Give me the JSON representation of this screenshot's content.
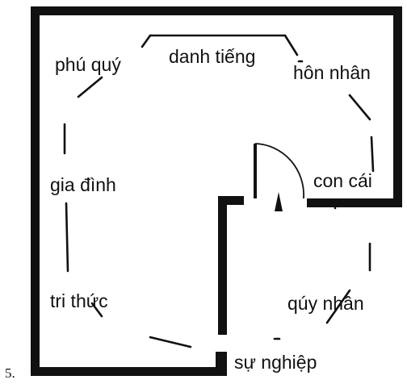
{
  "figure_number": "5.",
  "areas": {
    "phu_quy": "phú quý",
    "danh_tieng": "danh tiếng",
    "hon_nhan": "hôn nhân",
    "gia_dinh": "gia đình",
    "con_cai": "con cái",
    "tri_thuc": "tri thức",
    "quy_nhan": "qúy nhân",
    "su_nghiep": "sự nghiệp"
  },
  "colors": {
    "ink": "#111111",
    "background": "#ffffff"
  }
}
